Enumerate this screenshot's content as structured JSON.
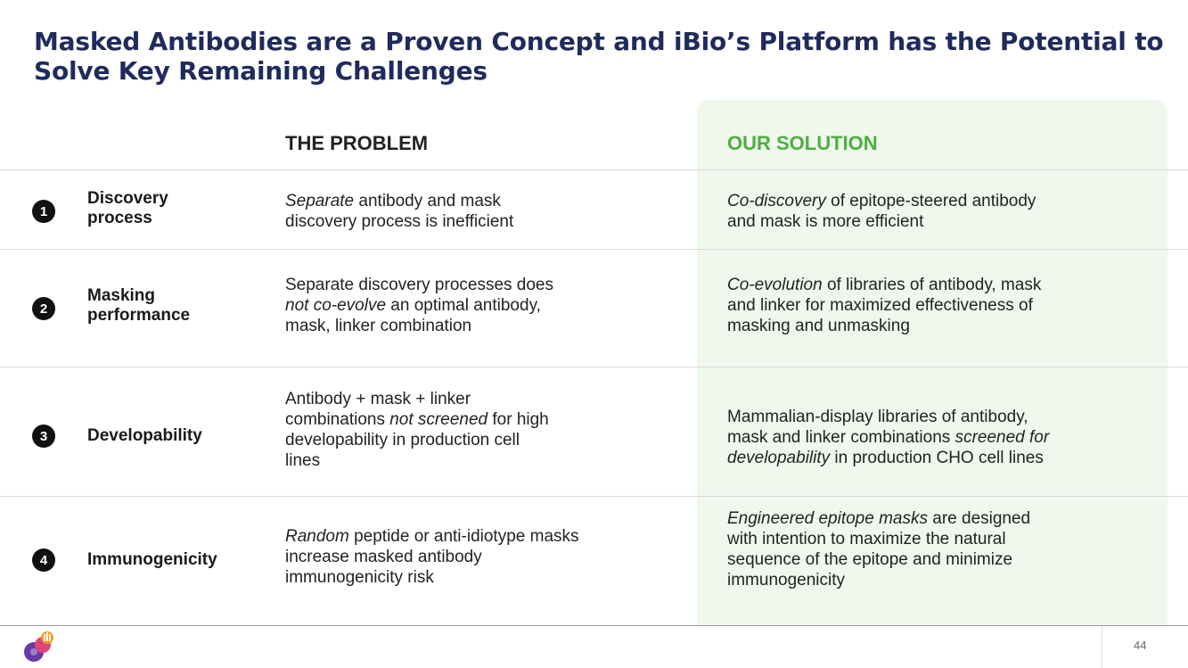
{
  "slide": {
    "title": "Masked Antibodies are a Proven Concept and iBio’s Platform has the Potential to Solve Key Remaining Challenges",
    "page_number": "44"
  },
  "columns": {
    "problem": "THE PROBLEM",
    "solution": "OUR SOLUTION"
  },
  "colors": {
    "title": "#1f2b5c",
    "solution_accent": "#4caf3f",
    "solution_panel": "#f0f8ee",
    "number_badge": "#111111"
  },
  "rows": [
    {
      "number": "1",
      "label_line1": "Discovery",
      "label_line2": "process",
      "problem": {
        "p1": "Separate",
        "p2": " antibody and mask",
        "p3": "discovery process is inefficient"
      },
      "solution": {
        "s1": "Co-discovery",
        "s2": " of epitope-steered antibody",
        "s3": "and mask is more efficient"
      }
    },
    {
      "number": "2",
      "label_line1": "Masking",
      "label_line2": "performance",
      "problem": {
        "p1": "Separate discovery processes does",
        "p2": "not co-evolve",
        "p3": " an optimal antibody,",
        "p4": "mask, linker combination"
      },
      "solution": {
        "s1": "Co-evolution",
        "s2": " of libraries of antibody, mask",
        "s3": "and linker for maximized effectiveness of",
        "s4": "masking and unmasking"
      }
    },
    {
      "number": "3",
      "label": "Developability",
      "problem": {
        "p1": "Antibody + mask + linker",
        "p2": "combinations ",
        "p3": "not screened",
        "p4": " for high",
        "p5": "developability in production cell",
        "p6": "lines"
      },
      "solution": {
        "s1": "Mammalian-display libraries of antibody,",
        "s2": "mask and linker combinations ",
        "s3": "screened for",
        "s4": "developability",
        "s5": " in production CHO cell lines"
      }
    },
    {
      "number": "4",
      "label": "Immunogenicity",
      "problem": {
        "p1": "Random",
        "p2": " peptide or anti-idiotype masks",
        "p3": "increase masked antibody",
        "p4": "immunogenicity risk"
      },
      "solution": {
        "s1": "Engineered epitope masks",
        "s2": " are designed",
        "s3": "with intention to maximize the natural",
        "s4": "sequence of the epitope and minimize",
        "s5": "immunogenicity"
      }
    }
  ],
  "logo": {
    "icon": "ibio-logo-icon"
  }
}
